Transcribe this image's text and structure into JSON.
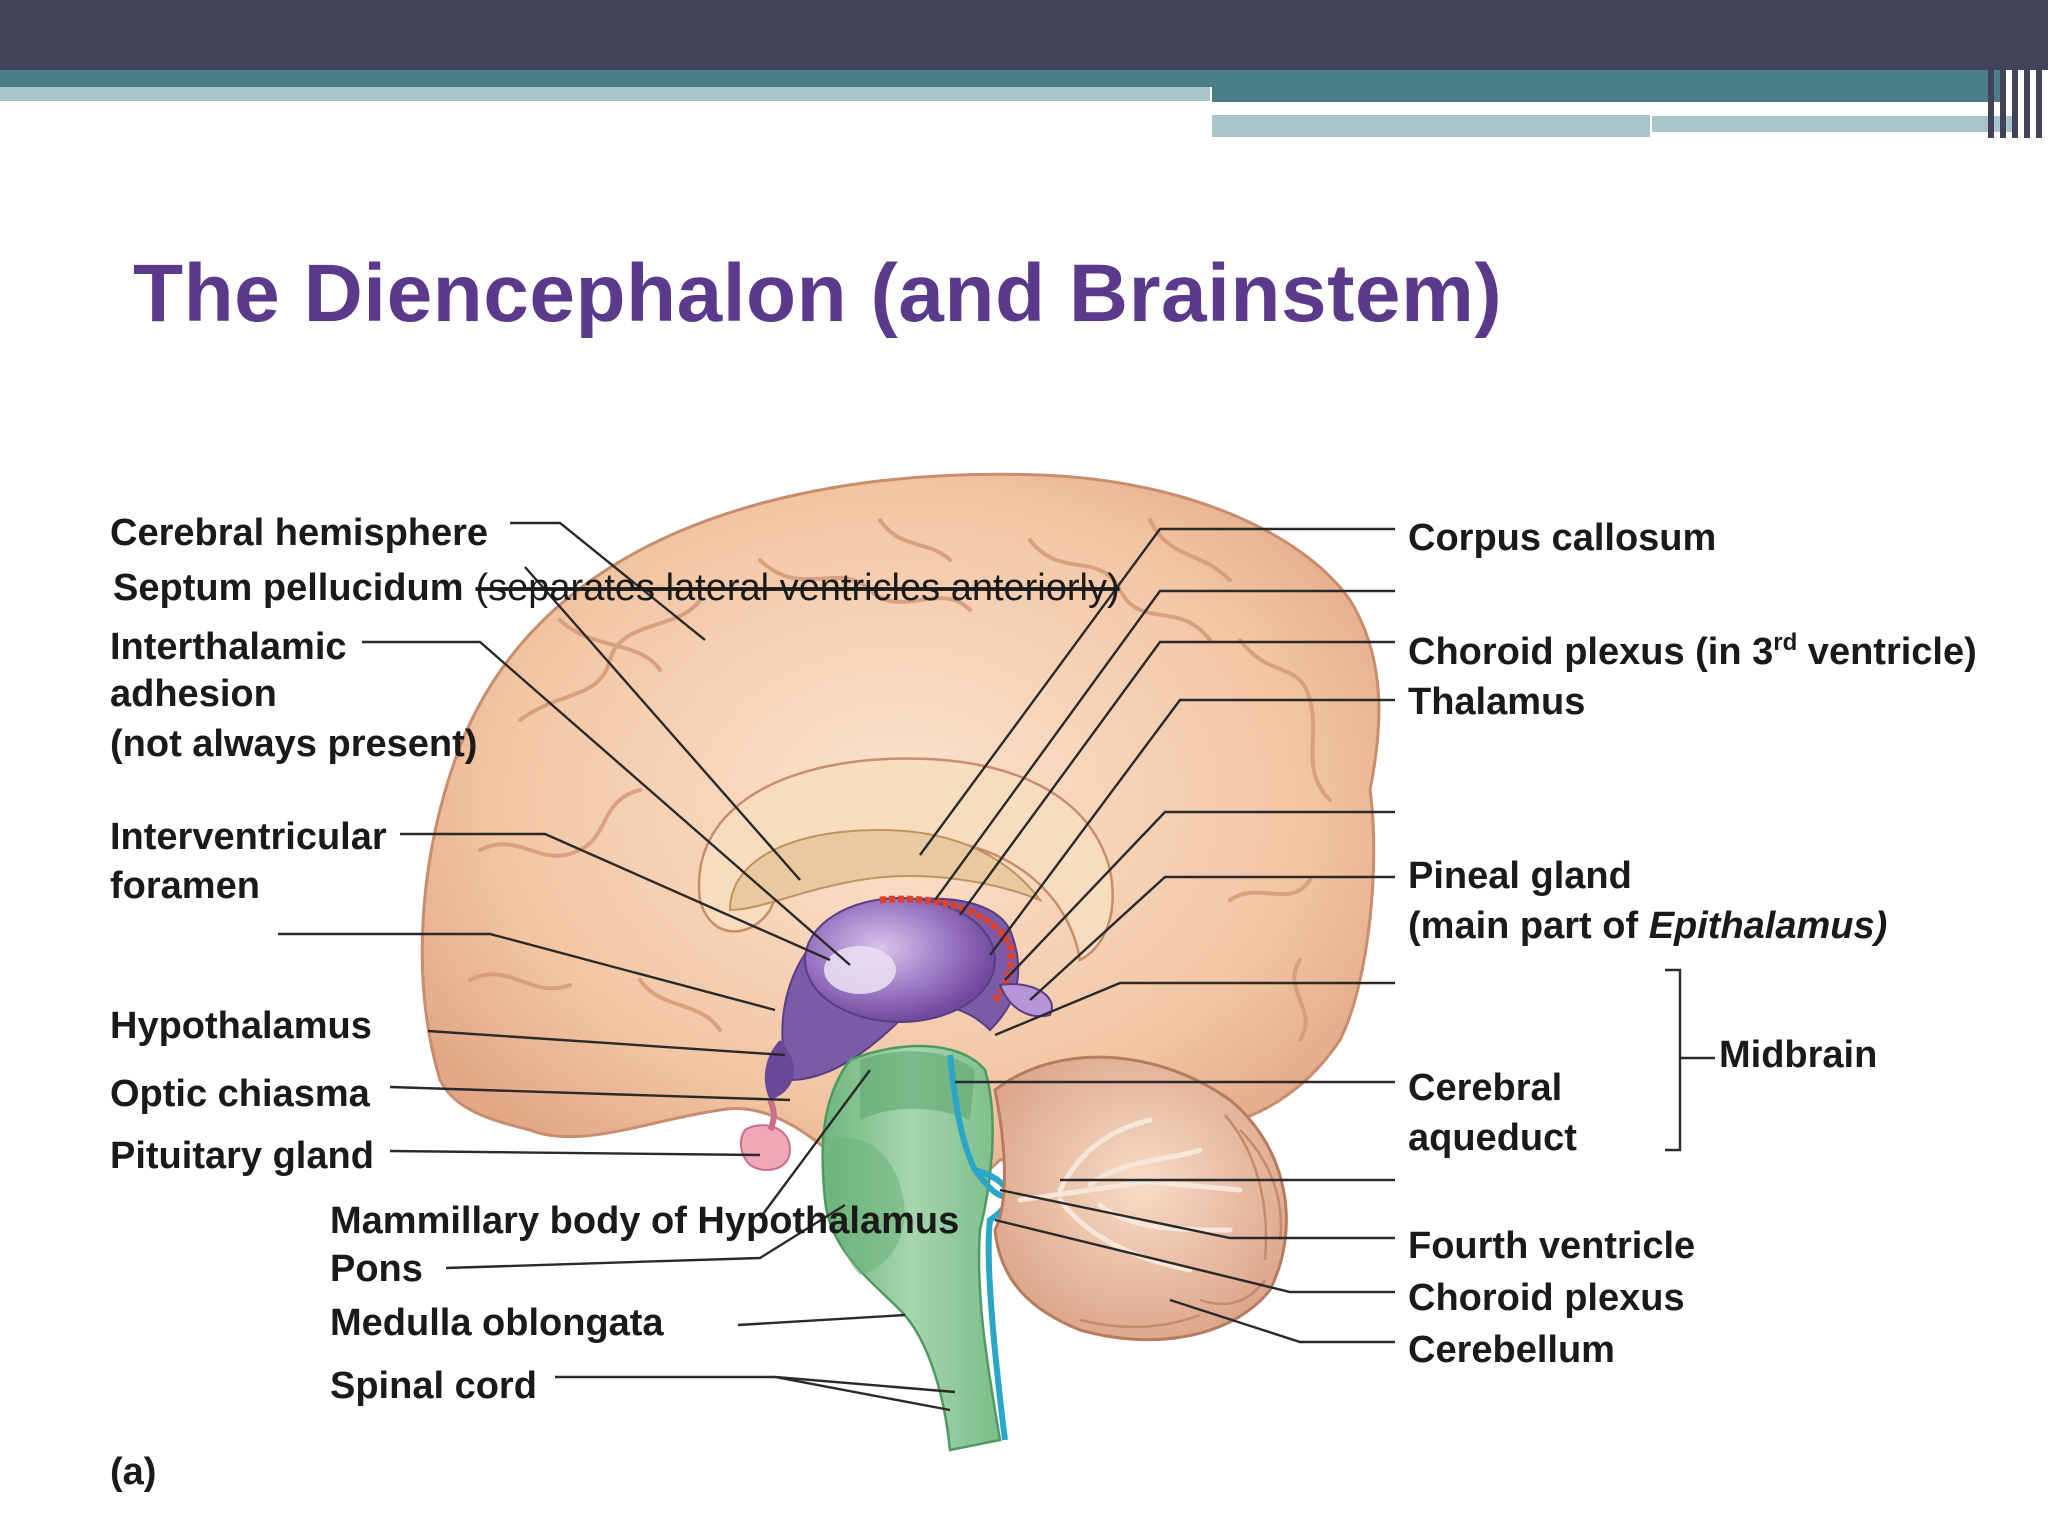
{
  "title": "The Diencephalon (and Brainstem)",
  "figure_label": "(a)",
  "labels": {
    "cerebral_hemisphere": "Cerebral hemisphere",
    "septum_pellucidum": "Septum pellucidum",
    "septum_note": "(separates lateral ventricles anteriorly)",
    "interthalamic_1": "Interthalamic",
    "interthalamic_2": "adhesion",
    "interthalamic_3": "(not always present)",
    "interventricular_1": "Interventricular",
    "interventricular_2": "foramen",
    "hypothalamus": "Hypothalamus",
    "optic_chiasma": "Optic chiasma",
    "pituitary_gland": "Pituitary gland",
    "mammillary_body": "Mammillary body of Hypothalamus",
    "pons": "Pons",
    "medulla": "Medulla oblongata",
    "spinal_cord": "Spinal cord",
    "corpus_callosum": "Corpus callosum",
    "choroid_plexus_3rd_a": "Choroid plexus (in 3",
    "choroid_plexus_3rd_sup": "rd",
    "choroid_plexus_3rd_b": " ventricle)",
    "thalamus": "Thalamus",
    "pineal_gland": "Pineal gland",
    "pineal_note_a": "(main part of ",
    "pineal_note_b": "Epithalamus)",
    "midbrain": "Midbrain",
    "cerebral_aqueduct_1": "Cerebral",
    "cerebral_aqueduct_2": "aqueduct",
    "fourth_ventricle": "Fourth ventricle",
    "choroid_plexus": "Choroid plexus",
    "cerebellum": "Cerebellum"
  },
  "colors": {
    "header_dark": "#424358",
    "header_teal": "#4a7f87",
    "header_light": "#a8c5c9",
    "title": "#5b3a8c",
    "brain_tissue": "#f1c7a6",
    "brain_outline": "#c88d6c",
    "diencephalon": "#7b5aa6",
    "brainstem": "#8fc79a",
    "ventricle": "#2aa6c9",
    "choroid": "#e0402a"
  }
}
